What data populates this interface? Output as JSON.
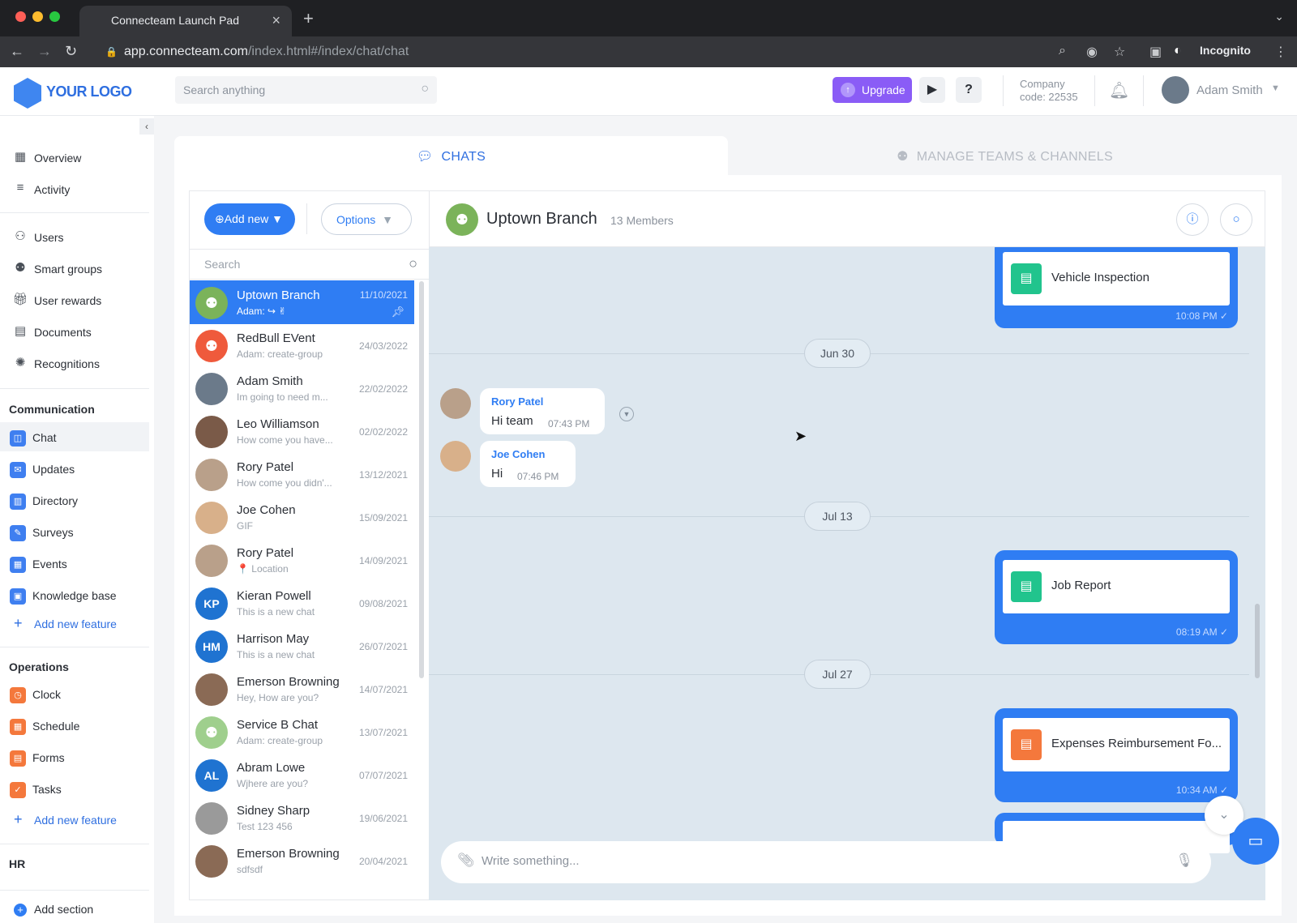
{
  "browser": {
    "tab_title": "Connecteam Launch Pad",
    "url_host": "app.connecteam.com",
    "url_path": "/index.html#/index/chat/chat",
    "profile_label": "Incognito"
  },
  "header": {
    "logo_text": "YOUR LOGO",
    "search_placeholder": "Search anything",
    "upgrade_label": "Upgrade",
    "help_label": "?",
    "company_label": "Company",
    "company_code": "code: 22535",
    "user_name": "Adam Smith"
  },
  "sidebar": {
    "top_items": [
      {
        "label": "Overview",
        "icon": "grid-icon"
      },
      {
        "label": "Activity",
        "icon": "list-icon"
      }
    ],
    "people_items": [
      {
        "label": "Users",
        "icon": "user-icon"
      },
      {
        "label": "Smart groups",
        "icon": "users-icon"
      },
      {
        "label": "User rewards",
        "icon": "gift-icon"
      },
      {
        "label": "Documents",
        "icon": "document-icon"
      },
      {
        "label": "Recognitions",
        "icon": "badge-icon"
      }
    ],
    "communication": {
      "title": "Communication",
      "items": [
        {
          "label": "Chat",
          "icon": "chat-icon",
          "color": "#3f7ff0"
        },
        {
          "label": "Updates",
          "icon": "updates-icon",
          "color": "#3f7ff0"
        },
        {
          "label": "Directory",
          "icon": "directory-icon",
          "color": "#3f7ff0"
        },
        {
          "label": "Surveys",
          "icon": "surveys-icon",
          "color": "#3f7ff0"
        },
        {
          "label": "Events",
          "icon": "events-icon",
          "color": "#3f7ff0"
        },
        {
          "label": "Knowledge base",
          "icon": "knowledge-icon",
          "color": "#3f7ff0"
        }
      ],
      "add_label": "Add new feature"
    },
    "operations": {
      "title": "Operations",
      "items": [
        {
          "label": "Clock",
          "icon": "clock-icon",
          "color": "#f4783c"
        },
        {
          "label": "Schedule",
          "icon": "schedule-icon",
          "color": "#f4783c"
        },
        {
          "label": "Forms",
          "icon": "forms-icon",
          "color": "#f4783c"
        },
        {
          "label": "Tasks",
          "icon": "tasks-icon",
          "color": "#f4783c"
        }
      ],
      "add_label": "Add new feature"
    },
    "hr": {
      "title": "HR"
    },
    "add_section_label": "Add section"
  },
  "main_tabs": {
    "chats_label": "CHATS",
    "manage_label": "MANAGE TEAMS & CHANNELS"
  },
  "chat_list": {
    "add_new_label": "Add new",
    "options_label": "Options",
    "search_placeholder": "Search",
    "items": [
      {
        "name": "Uptown Branch",
        "preview": "Adam: ↪ ✌",
        "date": "11/10/2021",
        "avatar": "group",
        "color": "#7bb35a",
        "initials": ""
      },
      {
        "name": "RedBull EVent",
        "preview": "Adam: create-group",
        "date": "24/03/2022",
        "avatar": "group",
        "color": "#ef5a3c",
        "initials": ""
      },
      {
        "name": "Adam Smith",
        "preview": "Im going to need m...",
        "date": "22/02/2022",
        "avatar": "photo",
        "color": "#6b7a8a",
        "initials": ""
      },
      {
        "name": "Leo Williamson",
        "preview": "How come you have...",
        "date": "02/02/2022",
        "avatar": "photo",
        "color": "#7a5a48",
        "initials": ""
      },
      {
        "name": "Rory Patel",
        "preview": "How come you didn'...",
        "date": "13/12/2021",
        "avatar": "photo",
        "color": "#b9a08a",
        "initials": ""
      },
      {
        "name": "Joe Cohen",
        "preview": "GIF",
        "date": "15/09/2021",
        "avatar": "photo",
        "color": "#d8b08a",
        "initials": ""
      },
      {
        "name": "Rory Patel",
        "preview": "📍 Location",
        "date": "14/09/2021",
        "avatar": "photo",
        "color": "#b9a08a",
        "initials": ""
      },
      {
        "name": "Kieran Powell",
        "preview": "This is a new chat",
        "date": "09/08/2021",
        "avatar": "initials",
        "color": "#1f73d1",
        "initials": "KP"
      },
      {
        "name": "Harrison May",
        "preview": "This is a new chat",
        "date": "26/07/2021",
        "avatar": "initials",
        "color": "#1f73d1",
        "initials": "HM"
      },
      {
        "name": "Emerson Browning",
        "preview": "Hey, How are you?",
        "date": "14/07/2021",
        "avatar": "photo",
        "color": "#8a6a55",
        "initials": ""
      },
      {
        "name": "Service B Chat",
        "preview": "Adam: create-group",
        "date": "13/07/2021",
        "avatar": "group",
        "color": "#9fcf8d",
        "initials": ""
      },
      {
        "name": "Abram Lowe",
        "preview": "Wjhere are you?",
        "date": "07/07/2021",
        "avatar": "initials",
        "color": "#1f73d1",
        "initials": "AL"
      },
      {
        "name": "Sidney Sharp",
        "preview": "Test 123 456",
        "date": "19/06/2021",
        "avatar": "photo",
        "color": "#9a9a9a",
        "initials": ""
      },
      {
        "name": "Emerson Browning",
        "preview": "sdfsdf",
        "date": "20/04/2021",
        "avatar": "photo",
        "color": "#8a6a55",
        "initials": ""
      }
    ]
  },
  "conversation": {
    "name": "Uptown Branch",
    "members": "13 Members",
    "days": [
      "Jun 30",
      "Jul 13",
      "Jul 27"
    ],
    "forms": [
      {
        "title": "Vehicle Inspection",
        "time": "10:08 PM ✓",
        "icon_color": "#21c48d"
      },
      {
        "title": "Job Report",
        "time": "08:19 AM ✓",
        "icon_color": "#21c48d"
      },
      {
        "title": "Expenses Reimbursement Fo...",
        "time": "10:34 AM ✓",
        "icon_color": "#f4783c"
      }
    ],
    "incoming": [
      {
        "sender": "Rory Patel",
        "text": "Hi team",
        "time": "07:43 PM"
      },
      {
        "sender": "Joe Cohen",
        "text": "Hi",
        "time": "07:46 PM"
      }
    ],
    "composer_placeholder": "Write something..."
  },
  "colors": {
    "accent": "#2f7df3",
    "upgrade": "#8a5cf6",
    "chat_background": "#dde7ef"
  }
}
